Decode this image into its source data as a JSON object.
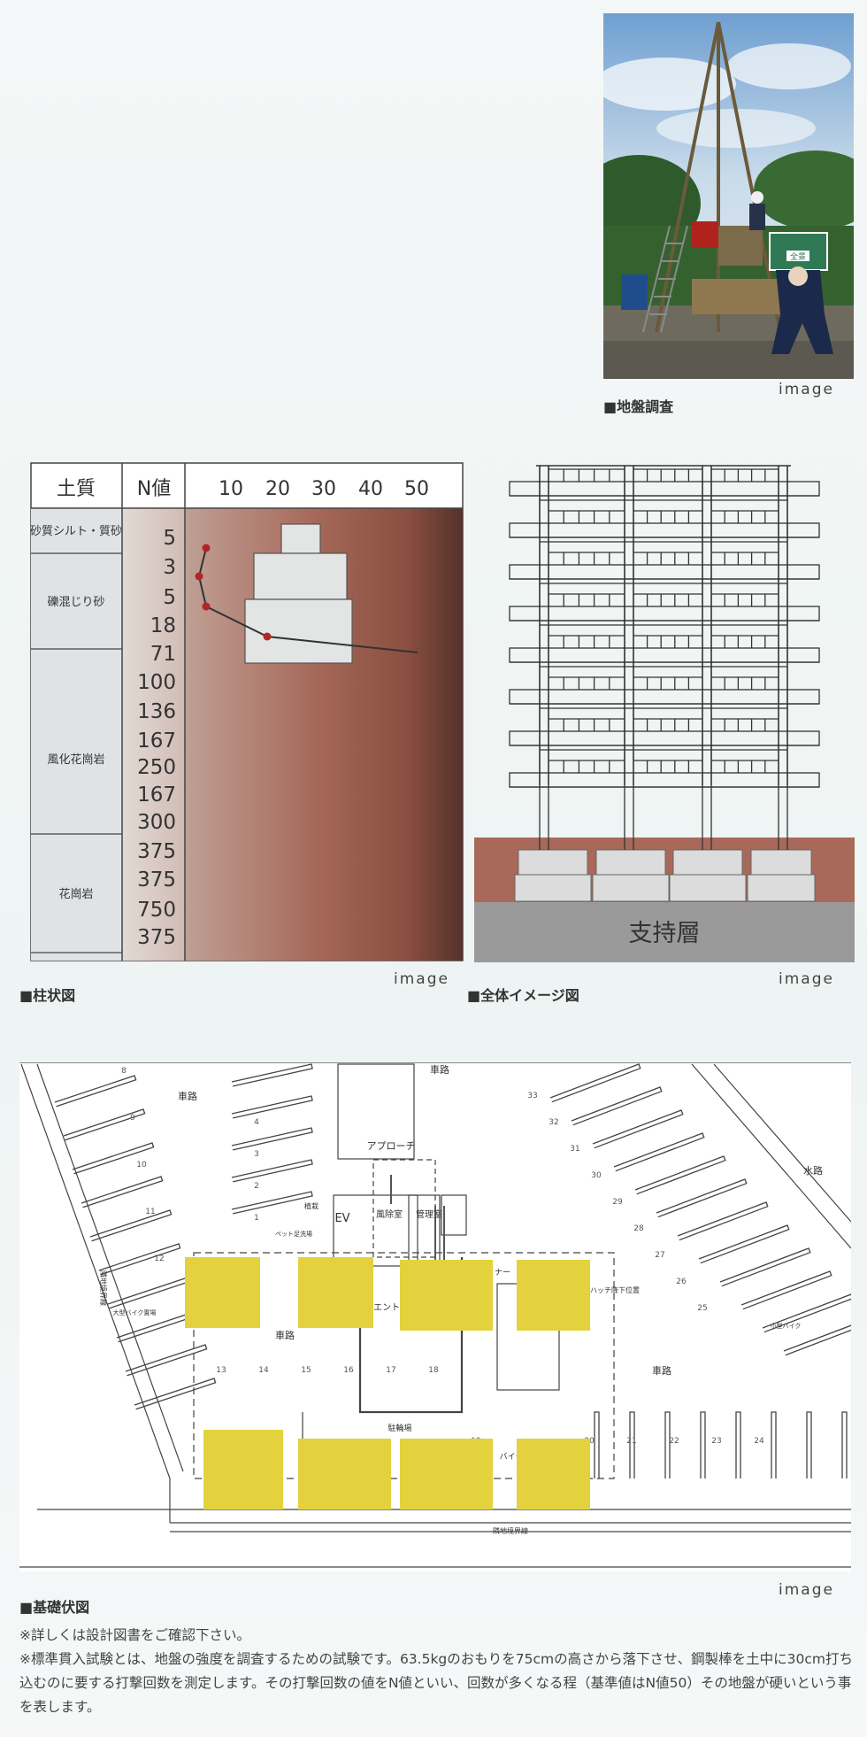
{
  "survey_photo": {
    "caption": "■地盤調査",
    "image_tag": "image",
    "sign_text": "全景"
  },
  "boring_log": {
    "caption": "■柱状図",
    "image_tag": "image",
    "header_soil": "土質",
    "header_n": "N値",
    "scale_ticks": [
      "10",
      "20",
      "30",
      "40",
      "50"
    ],
    "soil_layers": [
      "砂質シルト・質砂",
      "礫混じり砂",
      "風化花崗岩",
      "花崗岩"
    ],
    "n_values": [
      "5",
      "3",
      "5",
      "18",
      "71",
      "100",
      "136",
      "167",
      "250",
      "167",
      "300",
      "375",
      "375",
      "750",
      "375"
    ]
  },
  "overview": {
    "caption": "■全体イメージ図",
    "image_tag": "image",
    "bearing_label": "支持層"
  },
  "foundation_plan": {
    "caption": "■基礎伏図",
    "image_tag": "image",
    "labels": {
      "road_top": "車路",
      "road_top_left": "車路",
      "road_center": "車路",
      "road_right": "車路",
      "waterway": "水路",
      "approach": "アプローチ",
      "ev": "EV",
      "windbreak": "風除室",
      "management": "管理室",
      "entrance_hall": "エントランスホール",
      "hatch": "避難ハッチ降下位置",
      "bike_parking": "駐輪場",
      "bike_storage": "大型バイク置場",
      "pet_wash": "ペット足洗場",
      "boundary_left": "隣地境界線",
      "boundary_bottom": "隣地境界線",
      "planting": "植栽",
      "small_bike": "小型バイク",
      "bike_short": "バイク",
      "corner": "ナー"
    },
    "slot_numbers_left": [
      "8",
      "9",
      "10",
      "11",
      "12"
    ],
    "slot_numbers_mid": [
      "4",
      "3",
      "2",
      "1"
    ],
    "slot_numbers_right": [
      "33",
      "32",
      "31",
      "30",
      "29",
      "28",
      "27",
      "26",
      "25"
    ],
    "slot_numbers_bottom": [
      "13",
      "14",
      "15",
      "16",
      "17",
      "18",
      "19",
      "20",
      "21",
      "22",
      "23",
      "24"
    ]
  },
  "notes": [
    "※詳しくは設計図書をご確認下さい。",
    "※標準貫入試験とは、地盤の強度を調査するための試験です。63.5kgのおもりを75cmの高さから落下させ、鋼製棒を土中に30cm打ち込むのに要する打撃回数を測定します。その打撃回数の値をN値といい、回数が多くなる程（基準値はN値50）その地盤が硬いという事を表します。"
  ],
  "colors": {
    "pile_yellow": "#e3d23d",
    "soil_brown": "#a8695a",
    "bearing_gray": "#9a9a9a",
    "footing_gray": "#dcdcdc"
  }
}
